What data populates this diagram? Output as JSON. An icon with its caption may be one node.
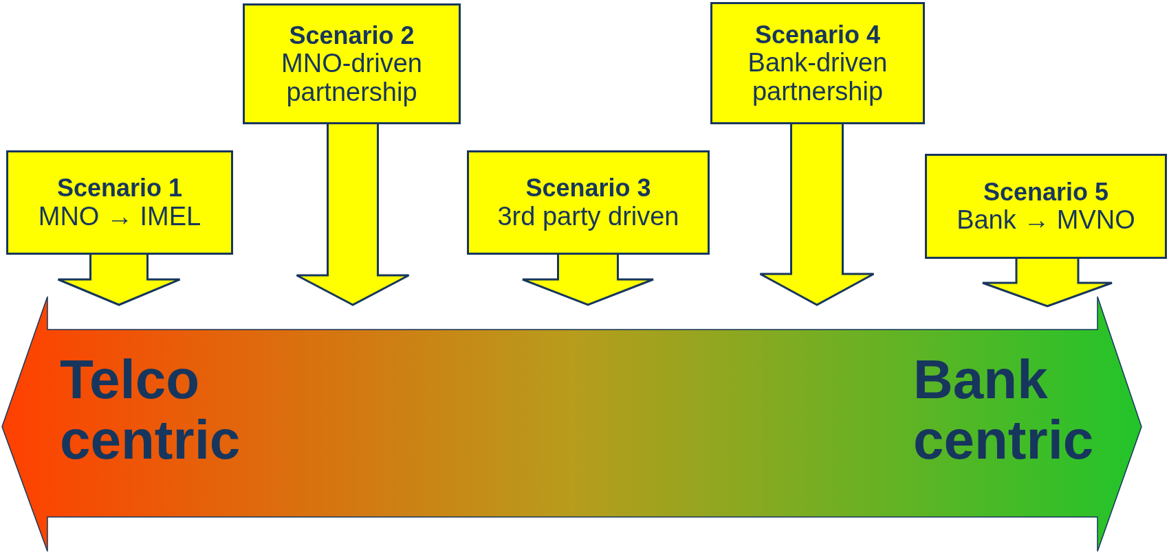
{
  "diagram": {
    "nodes": [
      {
        "text": [
          "Scenario 1",
          "MNO → IMEL"
        ]
      },
      {
        "text": [
          "Scenario 2",
          "MNO-driven partnership"
        ]
      },
      {
        "text": [
          "Scenario 3",
          "3rd party driven"
        ]
      },
      {
        "text": [
          "Scenario 4",
          "Bank-driven partnership"
        ]
      },
      {
        "text": [
          "Scenario 5",
          "Bank → MVNO"
        ]
      },
      {
        "text": [
          "Telco centric",
          "Bank centric"
        ]
      }
    ],
    "edges": [
      {
        "from": 0,
        "to": 5,
        "arrow": "to"
      },
      {
        "from": 1,
        "to": 5,
        "arrow": "to"
      },
      {
        "from": 2,
        "to": 5,
        "arrow": "to"
      },
      {
        "from": 3,
        "to": 5,
        "arrow": "to"
      },
      {
        "from": 4,
        "to": 5,
        "arrow": "to"
      }
    ]
  }
}
